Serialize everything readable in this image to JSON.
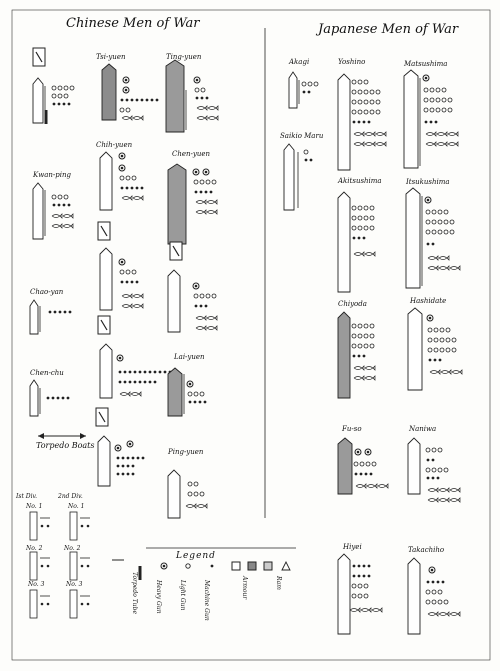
{
  "titles": {
    "chinese": "Chinese Men of War",
    "japanese": "Japanese Men of War",
    "torpedo": "Torpedo Boats",
    "legend": "Legend"
  },
  "chinese_ships": [
    "Tsi-yuen",
    "Ting-yuen",
    "Kwan-ping",
    "Chih-yuen",
    "Chen-yuen",
    "Chao-yan",
    "Lai-yuen",
    "Chen-chu",
    "Ping-yuen"
  ],
  "japanese_ships": [
    "Akagi",
    "Yoshino",
    "Matsushima",
    "Saikio Maru",
    "Akitsushima",
    "Itsukushima",
    "Chiyoda",
    "Hashidate",
    "Fu-so",
    "Naniwa",
    "Hiyei",
    "Takachiho"
  ],
  "torpedo_labels": [
    "Ist Div.",
    "2nd Div.",
    "No. 1",
    "No. 1",
    "No. 2",
    "No. 2",
    "No. 3",
    "No. 3"
  ],
  "legend_items": [
    "Torpedo Tube",
    "Heavy Gun",
    "Light Gun",
    "Machine Gun",
    "Armour",
    "Ram"
  ]
}
